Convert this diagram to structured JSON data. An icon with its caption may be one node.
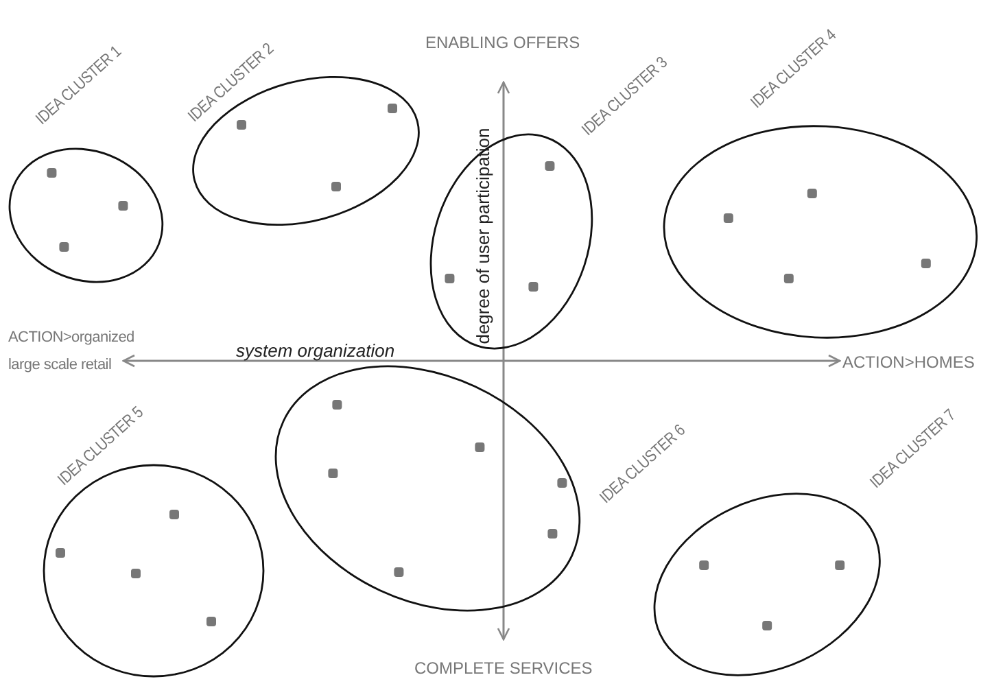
{
  "diagram": {
    "nodes": [
      {
        "text": [
          "IDEA CLUSTER 1"
        ]
      },
      {
        "text": [
          "IDEA CLUSTER 2"
        ]
      },
      {
        "text": [
          "IDEA CLUSTER 3"
        ]
      },
      {
        "text": [
          "IDEA CLUSTER 4"
        ]
      },
      {
        "text": [
          "IDEA CLUSTER 5"
        ]
      },
      {
        "text": [
          "IDEA CLUSTER 6"
        ]
      },
      {
        "text": [
          "IDEA CLUSTER 7"
        ]
      }
    ],
    "labels": [
      "ENABLING OFFERS",
      "degree of user participation",
      "ACTION>organized large scale retail",
      "system organization",
      "ACTION>HOMES",
      "COMPLETE SERVICES"
    ]
  }
}
